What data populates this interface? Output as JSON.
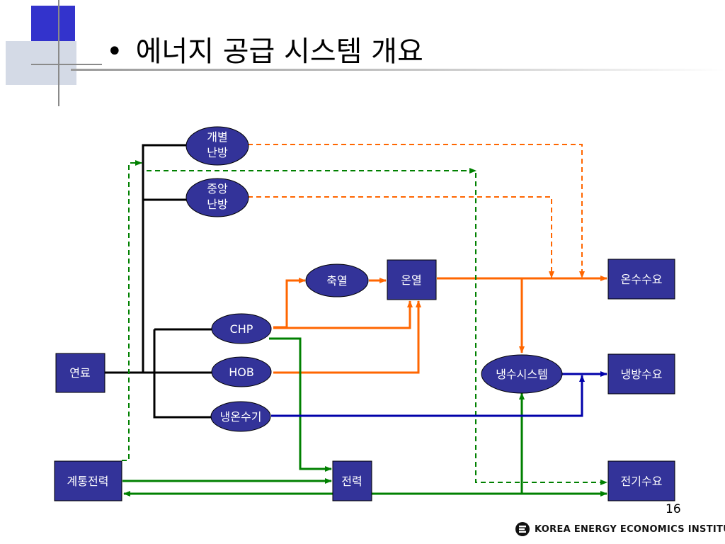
{
  "slide": {
    "title_bullet": "•",
    "title": "에너지 공급 시스템 개요",
    "page_number": "16",
    "logo_text": "KOREA ENERGY ECONOMICS INSTITUTE",
    "logo_icon": "kei-logo-icon"
  },
  "colors": {
    "node_fill": "#333399",
    "heat_flow": "#ff6600",
    "power_flow": "#008000",
    "cooling_flow": "#0000aa",
    "fuel_line": "#000000",
    "deco_blue": "#3333cc"
  },
  "diagram": {
    "nodes": {
      "individual_heating": [
        "개별",
        "난방"
      ],
      "central_heating": [
        "중앙",
        "난방"
      ],
      "heat_storage": "축열",
      "hot_water_heat": "온열",
      "chp": "CHP",
      "hob": "HOB",
      "cold_hot_machine": "냉온수기",
      "fuel": "연료",
      "cooling_system": "냉수시스템",
      "hot_water_demand": "온수수요",
      "cooling_demand": "냉방수요",
      "grid_power": "계통전력",
      "power": "전력",
      "electricity_demand": "전기수요"
    }
  }
}
